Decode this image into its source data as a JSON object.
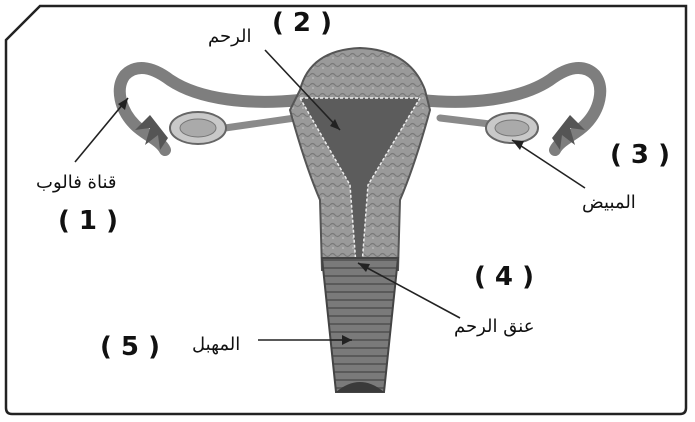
{
  "numbers": {
    "n1": "( 1 )",
    "n2": "( 2 )",
    "n3": "( 3 )",
    "n4": "( 4 )",
    "n5": "( 5 )"
  },
  "labels": {
    "fallopian_tube": "قناة فالوب",
    "uterus": "الرحم",
    "ovary": "المبيض",
    "cervix": "عنق الرحم",
    "vagina": "المهبل"
  }
}
